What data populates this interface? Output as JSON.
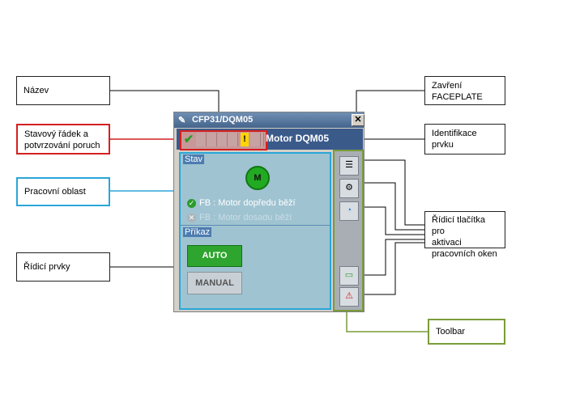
{
  "callouts": {
    "nazev": "Název",
    "zavreni_line1": "Zavření",
    "zavreni_line2": "FACEPLATE",
    "stavovy_line1": "Stavový řádek a",
    "stavovy_line2": "potvrzování poruch",
    "identifikace": "Identifikace prvku",
    "pracovni": "Pracovní oblast",
    "ridici_tlacitka_line1": "Řídicí tlačítka pro",
    "ridici_tlacitka_line2": "aktivaci",
    "ridici_tlacitka_line3": "pracovních oken",
    "ridici_prvky": "Řídicí prvky",
    "toolbar": "Toolbar"
  },
  "faceplate": {
    "title": "CFP31/DQM05",
    "close_glyph": "✕",
    "element_label": "Motor DQM05",
    "status_section": "Stav",
    "motor_symbol": "M",
    "fb_forward": "FB : Motor dopředu běží",
    "fb_target": "FB : Motor dosadu běží",
    "command_section": "Příkaz",
    "auto_button": "AUTO",
    "manual_button": "MANUAL"
  },
  "colors": {
    "red_callout": "#d42020",
    "blue_callout": "#2aa6d8",
    "green_callout": "#7a9c3a",
    "title_bar": "#44648c",
    "auto_button": "#2ea52e"
  },
  "icons": [
    "pen-icon",
    "close-icon",
    "check-icon",
    "warning-icon",
    "motor-icon",
    "list-icon",
    "gear-icon",
    "dial-icon",
    "monitor-icon",
    "alarm-icon"
  ]
}
